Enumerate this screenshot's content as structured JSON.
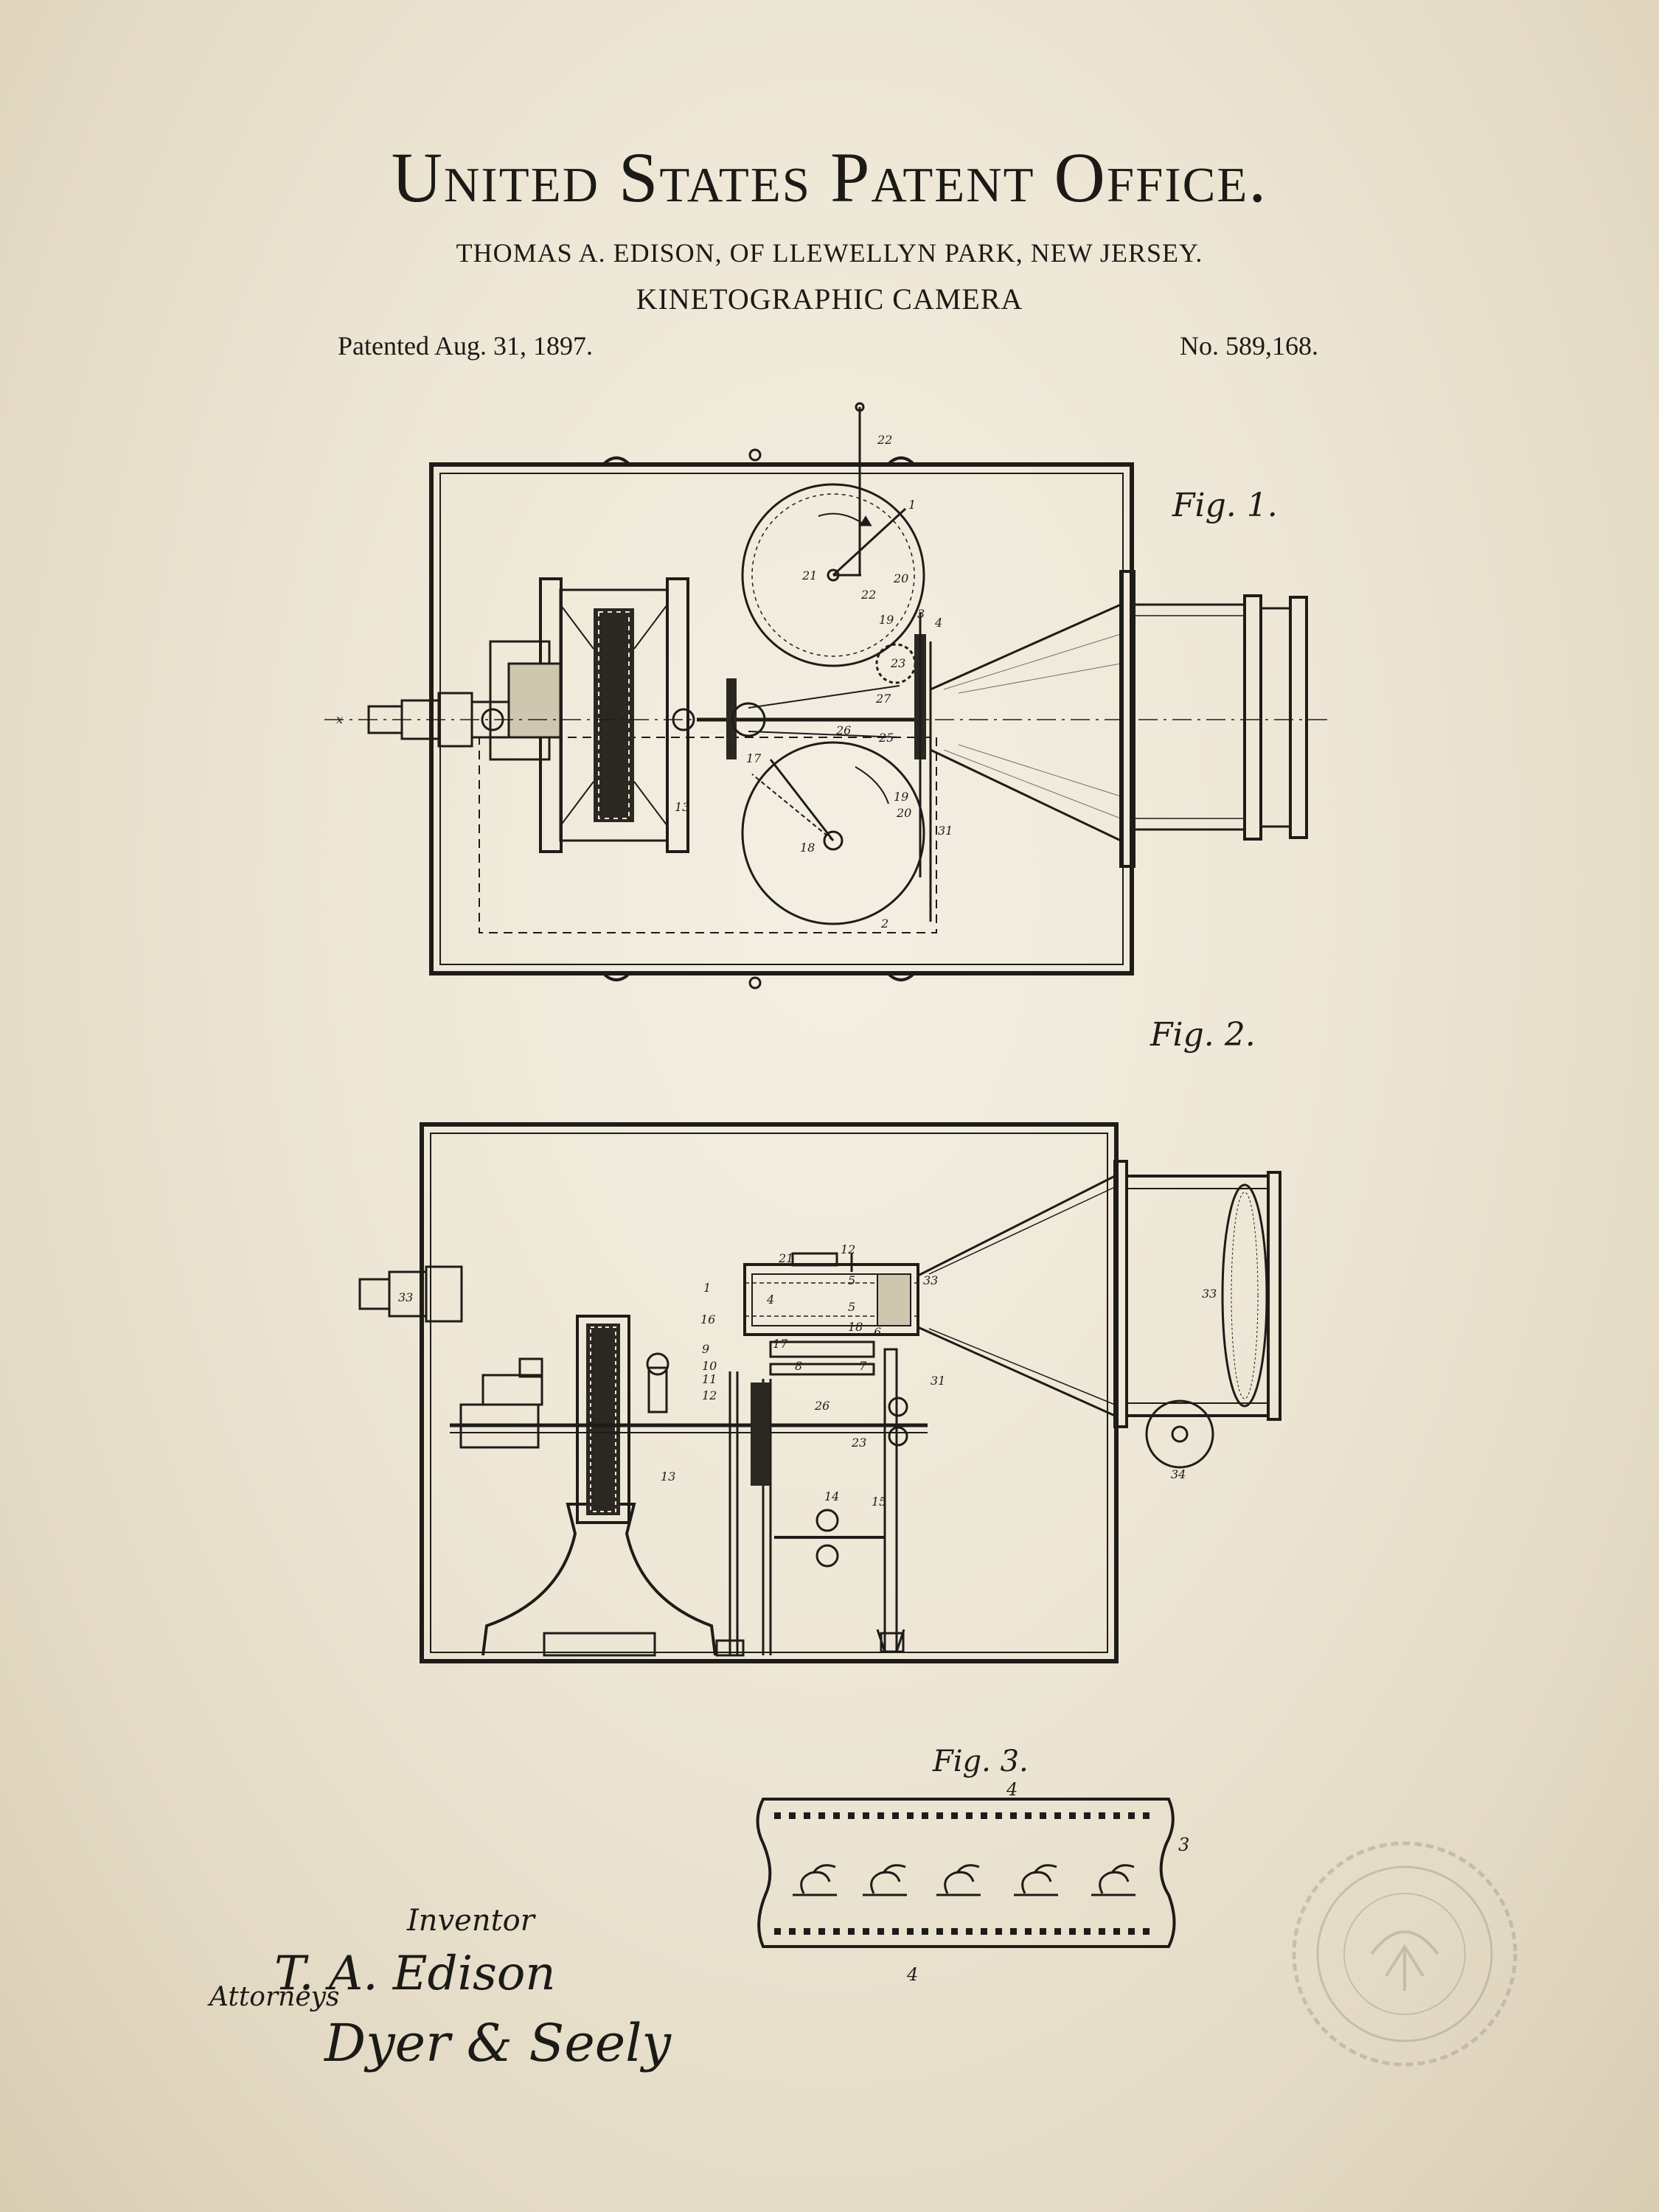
{
  "header": {
    "title": "United States Patent Office.",
    "inventor_line": "THOMAS A. EDISON, OF LLEWELLYN PARK, NEW JERSEY.",
    "invention": "KINETOGRAPHIC CAMERA",
    "patented": "Patented Aug. 31, 1897.",
    "patent_number": "No. 589,168."
  },
  "figures": {
    "fig1": {
      "label": "Fig. 1.",
      "callouts": [
        "22",
        "1",
        "21",
        "22",
        "20",
        "19",
        "3",
        "4",
        "23",
        "27",
        "26",
        "25",
        "17",
        "19",
        "20",
        "18",
        "31",
        "2",
        "x",
        "13"
      ]
    },
    "fig2": {
      "label": "Fig. 2.",
      "callouts": [
        "21",
        "12",
        "1",
        "4",
        "5",
        "5",
        "33",
        "16",
        "18",
        "6",
        "17",
        "8",
        "7",
        "9",
        "10",
        "11",
        "12",
        "31",
        "26",
        "23",
        "13",
        "14",
        "15",
        "33",
        "33",
        "34"
      ]
    },
    "fig3": {
      "label": "Fig. 3.",
      "callouts": [
        "4",
        "3",
        "4"
      ]
    }
  },
  "signatures": {
    "inventor_label": "Inventor",
    "inventor": "T. A. Edison",
    "attorneys_label": "Attorneys",
    "attorney": "Dyer & Seely"
  },
  "seal": {
    "icon": "eagle-seal-icon"
  }
}
